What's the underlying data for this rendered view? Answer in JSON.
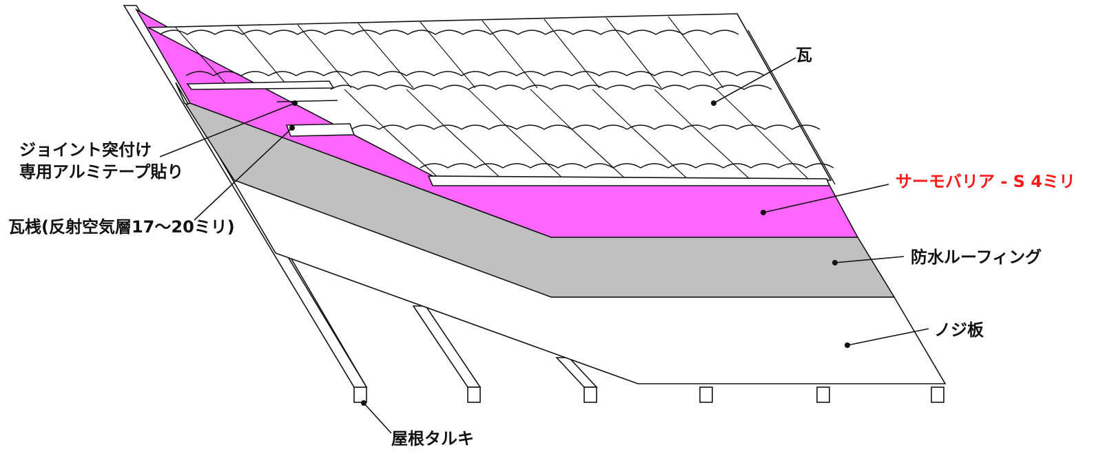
{
  "colors": {
    "barrier": "#ff66ff",
    "roofing": "#c0c0c0",
    "sheathing": "#ffffff",
    "outline": "#111111",
    "accent_label": "#ff1a1a"
  },
  "labels": {
    "tile": "瓦",
    "barrier": "サーモバリア - S 4ミリ",
    "roofing": "防水ルーフィング",
    "sheathing": "ノジ板",
    "rafter": "屋根タルキ",
    "tape_line1": "ジョイント突付け",
    "tape_line2": "専用アルミテープ貼り",
    "batten": "瓦桟(反射空気層17～20ミリ)"
  }
}
